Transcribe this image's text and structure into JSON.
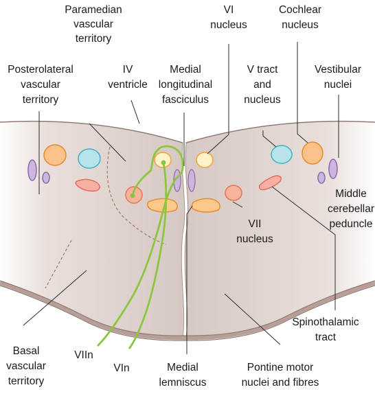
{
  "labels": {
    "paramedian": [
      "Paramedian",
      "vascular",
      "territory"
    ],
    "vi_nucleus": [
      "VI",
      "nucleus"
    ],
    "cochlear": [
      "Cochlear",
      "nucleus"
    ],
    "posterolateral": [
      "Posterolateral",
      "vascular",
      "territory"
    ],
    "iv_ventricle": [
      "IV",
      "ventricle"
    ],
    "mlf": [
      "Medial",
      "longitudinal",
      "fasciculus"
    ],
    "v_tract": [
      "V tract",
      "and",
      "nucleus"
    ],
    "vestibular": [
      "Vestibular",
      "nuclei"
    ],
    "mcp": [
      "Middle",
      "cerebellar",
      "peduncle"
    ],
    "vii_nucleus": [
      "VII",
      "nucleus"
    ],
    "spinothalamic": [
      "Spinothalamic",
      "tract"
    ],
    "basal": [
      "Basal",
      "vascular",
      "territory"
    ],
    "viin": [
      "VIIn"
    ],
    "vin": [
      "VIn"
    ],
    "medial_lemniscus": [
      "Medial",
      "lemniscus"
    ],
    "pontine": [
      "Pontine motor",
      "nuclei and fibres"
    ]
  },
  "colors": {
    "tissue": "#d9ccc7",
    "outline": "#8f7b74",
    "cochlear_fill": "#fbc18b",
    "cochlear_stroke": "#e98a2e",
    "vestibular_fill": "#cdb6dd",
    "vestibular_stroke": "#8a6aa6",
    "vtract_fill": "#b7e3ea",
    "vtract_stroke": "#3fb1c4",
    "spinothalamic_fill": "#f8b0a4",
    "spinothalamic_stroke": "#e26e5a",
    "pontine_fill": "#fcc98c",
    "pontine_stroke": "#e98a2e",
    "vii_fill": "#f8b39b",
    "vii_stroke": "#e8735a",
    "vi_fill": "#fff1c8",
    "vi_stroke": "#eea238",
    "nerve": "#8cc63f"
  }
}
